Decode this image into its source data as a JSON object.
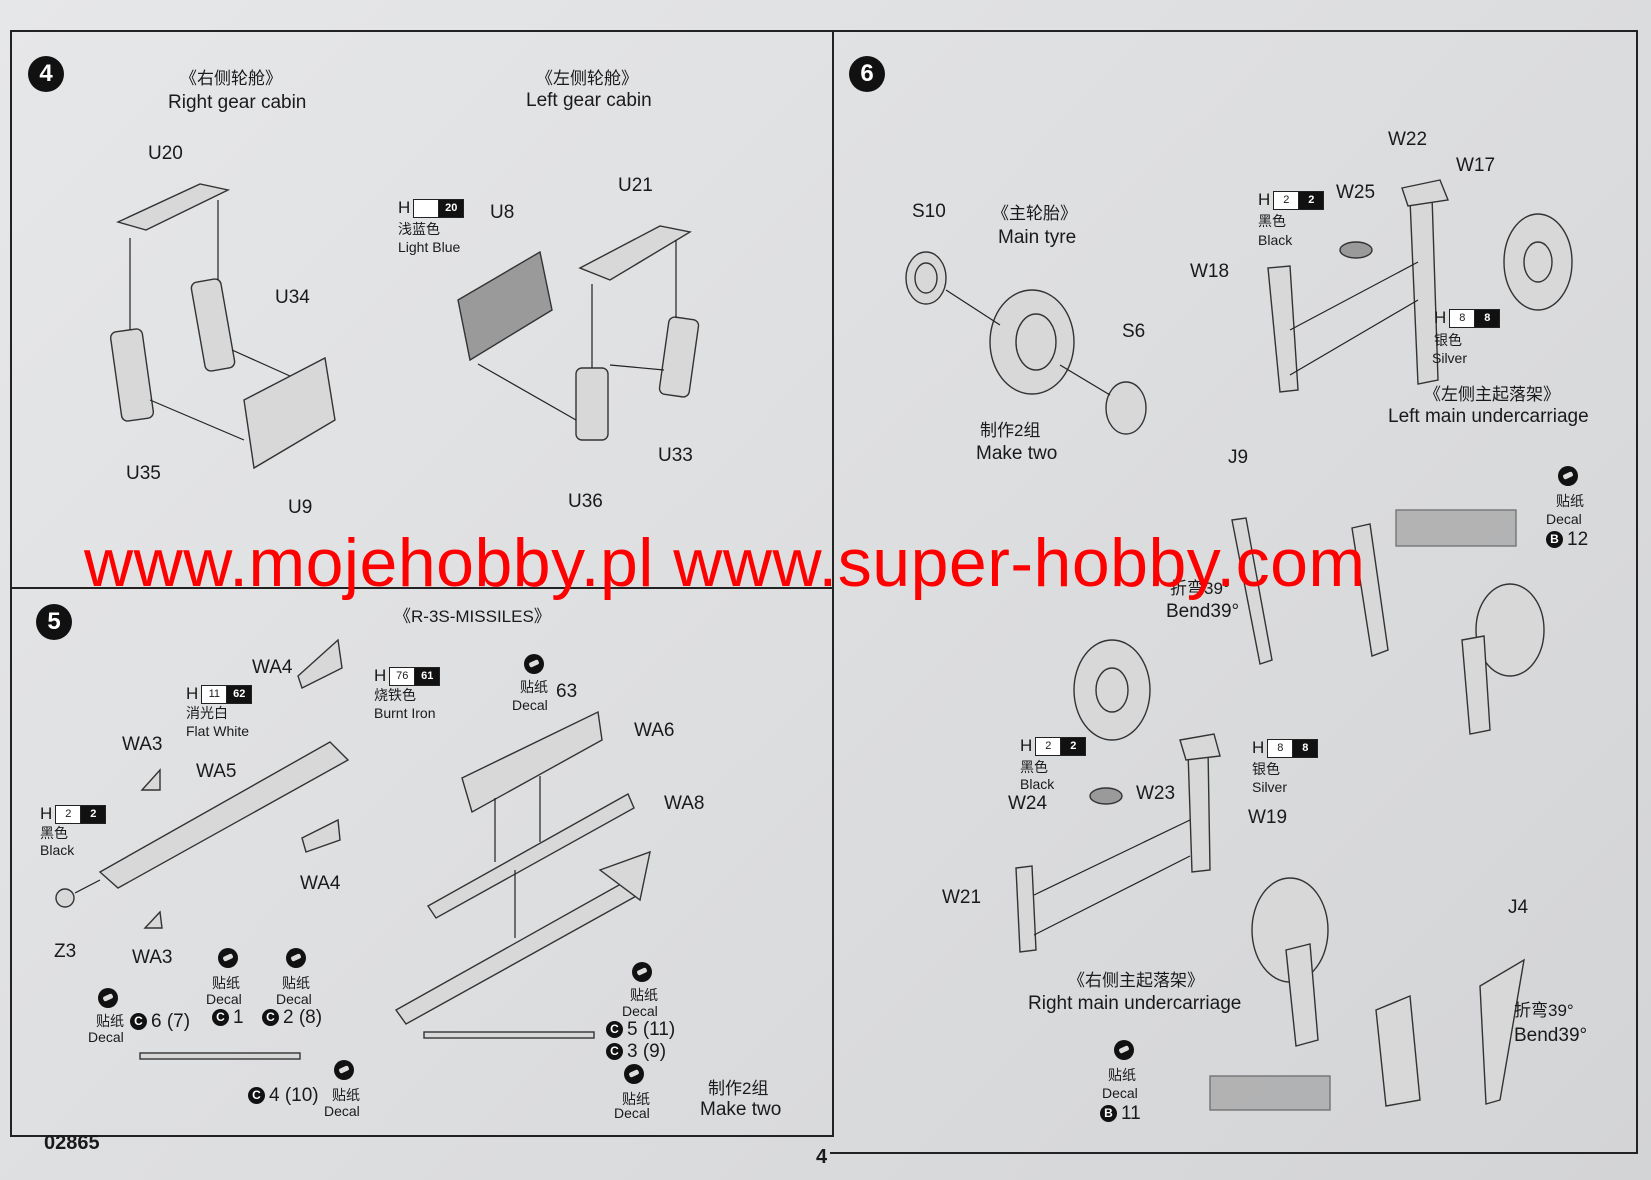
{
  "page_number": "4",
  "kit_code": "02865",
  "watermark": "www.mojehobby.pl www.super-hobby.com",
  "step4": {
    "num": "4",
    "right_cabin_cn": "《右侧轮舱》",
    "right_cabin_en": "Right gear cabin",
    "left_cabin_cn": "《左侧轮舱》",
    "left_cabin_en": "Left gear cabin",
    "paint_letter": "H",
    "paint_code": "20",
    "paint_cn": "浅蓝色",
    "paint_en": "Light Blue",
    "parts": {
      "u20": "U20",
      "u34": "U34",
      "u35": "U35",
      "u9": "U9",
      "u8": "U8",
      "u21": "U21",
      "u33": "U33",
      "u36": "U36"
    }
  },
  "step5": {
    "num": "5",
    "title": "《R-3S-MISSILES》",
    "paint1_letter": "H",
    "paint1_code": "11",
    "paint1_code2": "62",
    "paint1_cn": "消光白",
    "paint1_en": "Flat White",
    "paint2_letter": "H",
    "paint2_code": "76",
    "paint2_code2": "61",
    "paint2_cn": "烧铁色",
    "paint2_en": "Burnt Iron",
    "paint3_letter": "H",
    "paint3_code": "2",
    "paint3_code2": "2",
    "paint3_cn": "黑色",
    "paint3_en": "Black",
    "parts": {
      "wa4a": "WA4",
      "wa3a": "WA3",
      "wa5": "WA5",
      "wa4b": "WA4",
      "wa3b": "WA3",
      "z3": "Z3",
      "wa6": "WA6",
      "wa8": "WA8"
    },
    "decal_cn": "贴纸",
    "decal_en": "Decal",
    "decal63": "63",
    "decal_c6": "6 (7)",
    "decal_c1": "1",
    "decal_c2": "2 (8)",
    "decal_c4": "4 (10)",
    "decal_c5": "5 (11)",
    "decal_c3": "3 (9)",
    "ring_c": "C",
    "make_two_cn": "制作2组",
    "make_two_en": "Make two"
  },
  "step6": {
    "num": "6",
    "tyre_cn": "《主轮胎》",
    "tyre_en": "Main tyre",
    "make_two_cn": "制作2组",
    "make_two_en": "Make two",
    "left_uc_cn": "《左侧主起落架》",
    "left_uc_en": "Left main undercarriage",
    "right_uc_cn": "《右侧主起落架》",
    "right_uc_en": "Right main undercarriage",
    "black_letter": "H",
    "black_code": "2",
    "black_code2": "2",
    "black_cn": "黑色",
    "black_en": "Black",
    "silver_letter": "H",
    "silver_code": "8",
    "silver_code2": "8",
    "silver_cn": "银色",
    "silver_en": "Silver",
    "bend_cn": "折弯39°",
    "bend_en": "Bend39°",
    "decal_cn": "贴纸",
    "decal_en": "Decal",
    "ring_b": "B",
    "decal12": "12",
    "decal11": "11",
    "parts": {
      "s10": "S10",
      "s6": "S6",
      "w22": "W22",
      "w17": "W17",
      "w25": "W25",
      "w18": "W18",
      "j9": "J9",
      "w23": "W23",
      "w24": "W24",
      "w19": "W19",
      "w21": "W21",
      "j4": "J4"
    }
  }
}
